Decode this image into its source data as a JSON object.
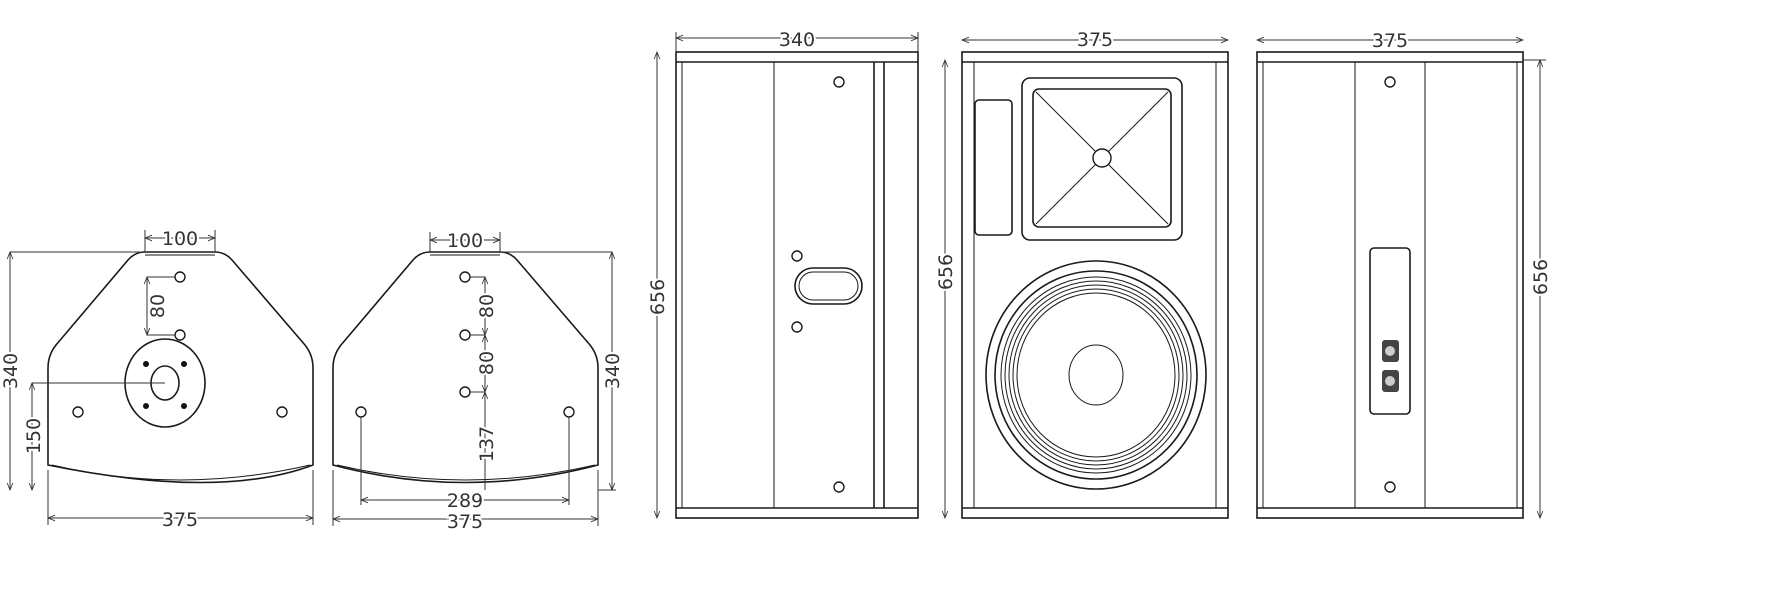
{
  "drawing": {
    "bottom_view": {
      "top_width": "100",
      "screw_spacing": "80",
      "height": "340",
      "tweeter_offset": "150",
      "width": "375"
    },
    "top_view": {
      "top_width": "100",
      "spacing_1": "80",
      "spacing_2": "80",
      "offset": "137",
      "screw_span": "289",
      "width": "375",
      "height": "340"
    },
    "side_view": {
      "depth": "340",
      "height": "656"
    },
    "front_view": {
      "width": "375",
      "height": "656"
    },
    "rear_view": {
      "width": "375",
      "height": "656"
    }
  },
  "colors": {
    "line": "#1a1a1a",
    "background": "#ffffff"
  }
}
